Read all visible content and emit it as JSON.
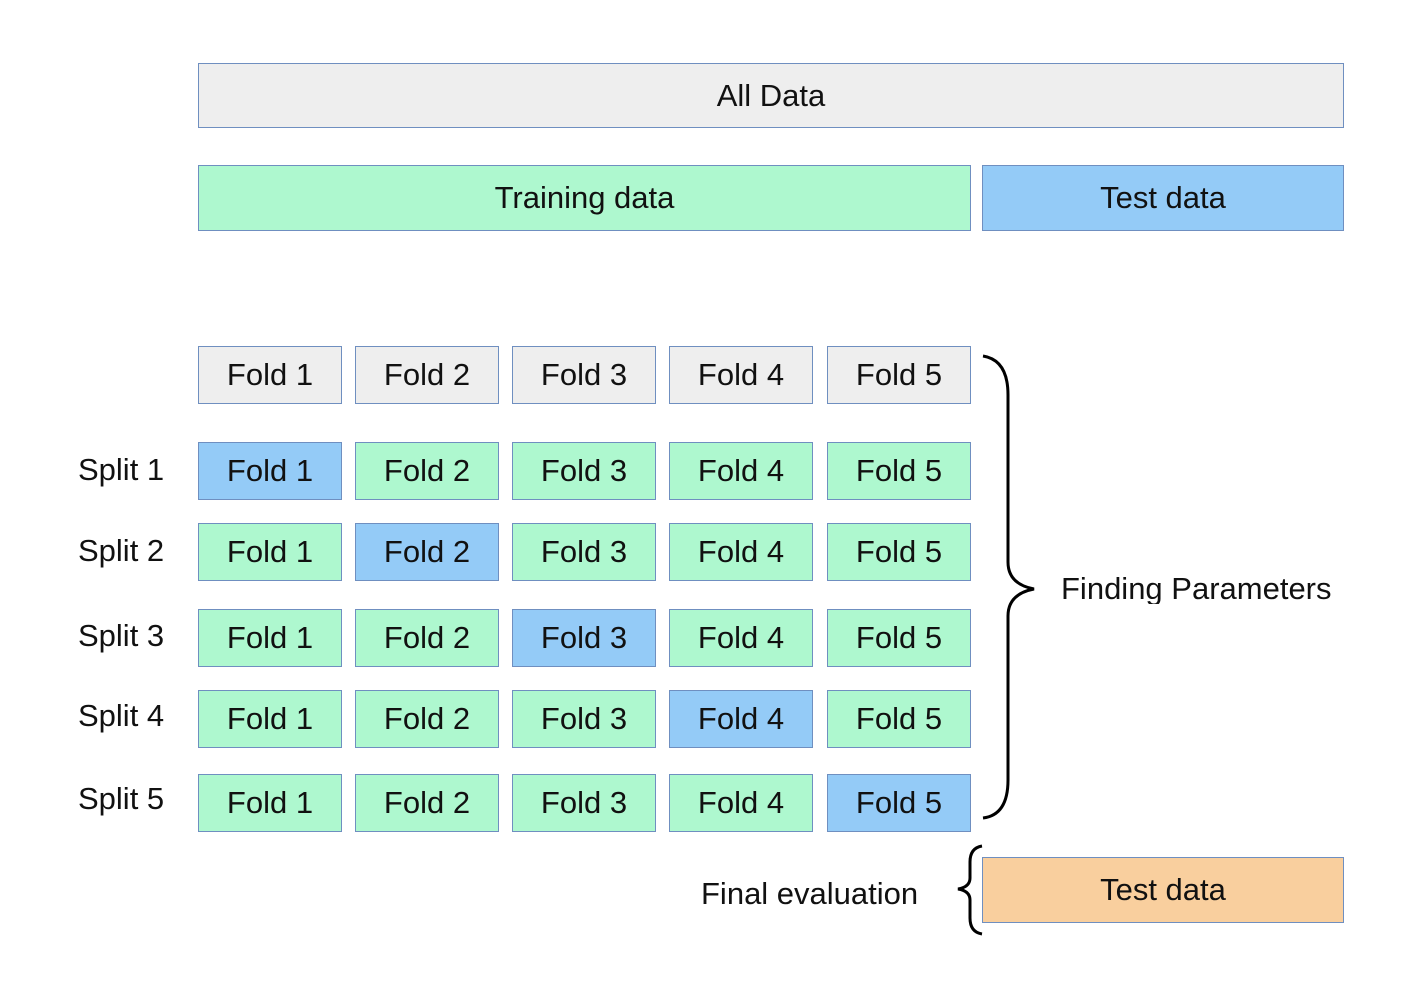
{
  "all_data": "All Data",
  "training_data": "Training data",
  "test_data": "Test data",
  "header_folds": [
    "Fold 1",
    "Fold 2",
    "Fold 3",
    "Fold 4",
    "Fold 5"
  ],
  "splits": [
    {
      "label": "Split 1",
      "test_fold": 1
    },
    {
      "label": "Split 2",
      "test_fold": 2
    },
    {
      "label": "Split 3",
      "test_fold": 3
    },
    {
      "label": "Split 4",
      "test_fold": 4
    },
    {
      "label": "Split 5",
      "test_fold": 5
    }
  ],
  "finding_parameters": "Finding Parameters",
  "final_evaluation": "Final evaluation",
  "final_test_data": "Test data",
  "colors": {
    "all": "#eeeeee",
    "train": "#aef8cf",
    "test": "#94cbf7",
    "final": "#f9cf9e"
  }
}
